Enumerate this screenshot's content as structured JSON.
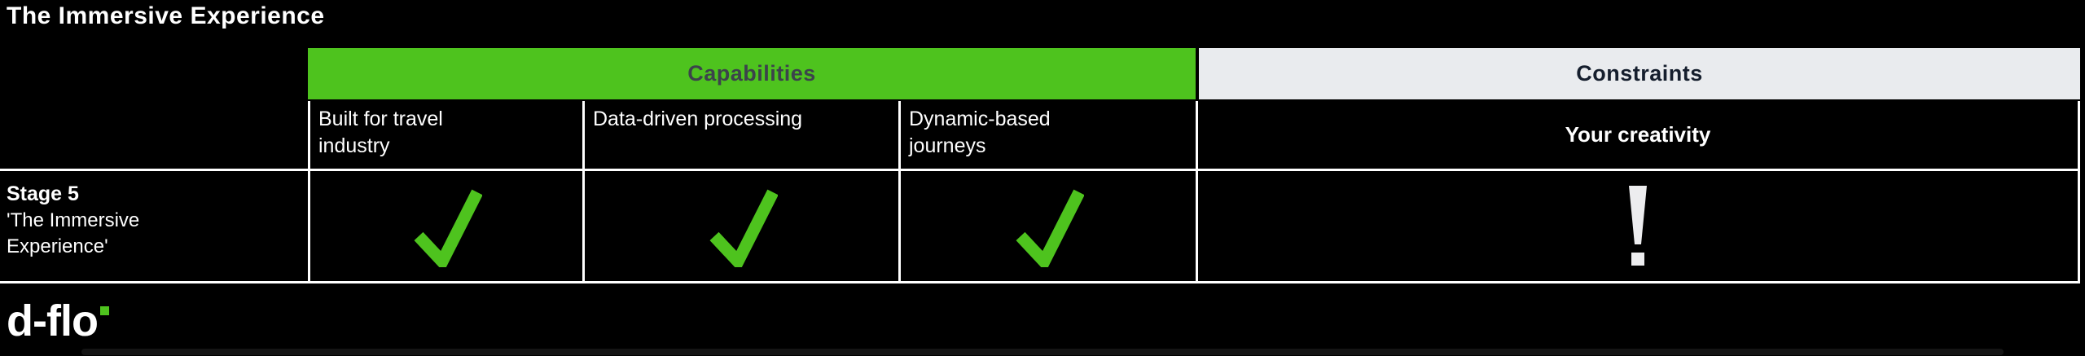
{
  "title": "The Immersive Experience",
  "table": {
    "group_headers": [
      {
        "label": "Capabilities"
      },
      {
        "label": "Constraints"
      }
    ],
    "column_headers": [
      {
        "label": "Built for travel industry"
      },
      {
        "label": "Data-driven processing"
      },
      {
        "label": "Dynamic-based journeys"
      },
      {
        "label": "Your creativity"
      }
    ],
    "row": {
      "stage": "Stage 5",
      "stage_name": "'The Immersive Experience'",
      "capability_cells": [
        "check",
        "check",
        "check"
      ],
      "constraint_cell": "exclamation"
    }
  },
  "logo": {
    "text": "d-flo"
  },
  "colors": {
    "green": "#4ec31e",
    "header_gray": "#e9ebee",
    "dark_text": "#3c434b",
    "navy_text": "#151e2d",
    "exclamation_gray": "#ededef"
  }
}
